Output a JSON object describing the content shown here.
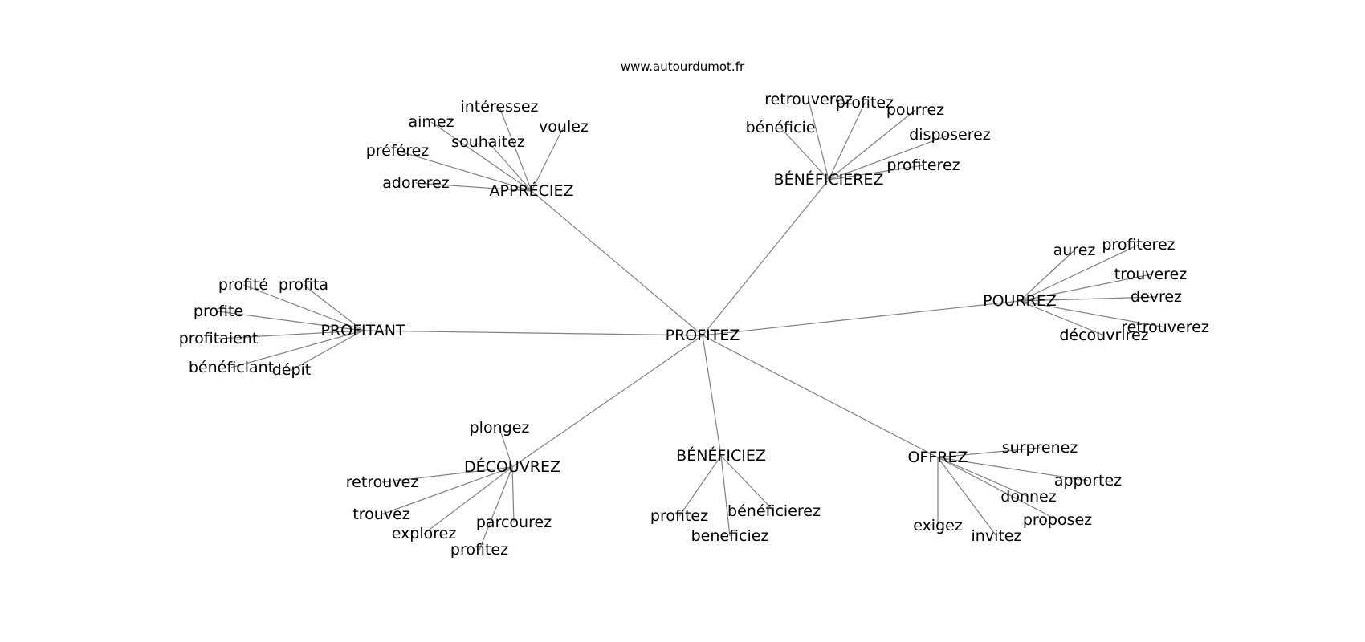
{
  "title": "www.autourdumot.fr",
  "colors": {
    "edge": "#808080",
    "text": "#000000",
    "background": "#ffffff"
  },
  "center": "PROFITEZ",
  "clusters": [
    {
      "hub": "APPRÉCIEZ",
      "leaves": [
        "intéressez",
        "aimez",
        "voulez",
        "souhaitez",
        "préférez",
        "adorerez"
      ]
    },
    {
      "hub": "BÉNÉFICIEREZ",
      "leaves": [
        "retrouverez",
        "profitez",
        "pourrez",
        "bénéficie",
        "disposerez",
        "profiterez"
      ]
    },
    {
      "hub": "PROFITANT",
      "leaves": [
        "profité",
        "profita",
        "profite",
        "profitaient",
        "bénéficiant",
        "dépit"
      ]
    },
    {
      "hub": "POURREZ",
      "leaves": [
        "aurez",
        "profiterez",
        "trouverez",
        "devrez",
        "retrouverez",
        "découvrirez"
      ]
    },
    {
      "hub": "DÉCOUVREZ",
      "leaves": [
        "plongez",
        "retrouvez",
        "trouvez",
        "explorez",
        "parcourez",
        "profitez"
      ]
    },
    {
      "hub": "BÉNÉFICIEZ",
      "leaves": [
        "profitez",
        "bénéficierez",
        "beneficiez"
      ]
    },
    {
      "hub": "OFFREZ",
      "leaves": [
        "surprenez",
        "apportez",
        "donnez",
        "proposez",
        "exigez",
        "invitez"
      ]
    }
  ]
}
